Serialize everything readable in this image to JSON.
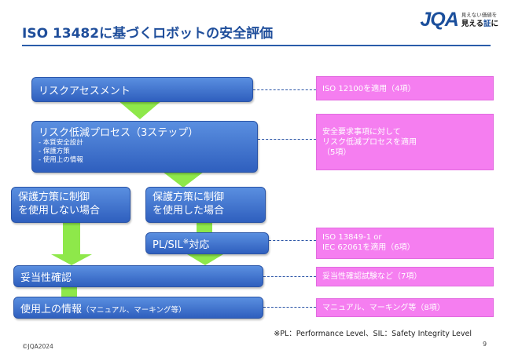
{
  "header": {
    "title": "ISO 13482に基づくロボットの安全評価",
    "logo_text": "JQA",
    "logo_tagline_1": "見えない価値を",
    "logo_tagline_2a": "見える",
    "logo_tagline_2b": "証",
    "logo_tagline_2c": "に"
  },
  "flow": {
    "risk_assessment": "リスクアセスメント",
    "risk_reduction": "リスク低減プロセス（3ステップ）",
    "steps": [
      "- 本質安全設計",
      "- 保護方策",
      "- 使用上の情報"
    ],
    "no_control_1": "保護方策に制御",
    "no_control_2": "を使用しない場合",
    "with_control_1": "保護方策に制御",
    "with_control_2": "を使用した場合",
    "pl_sil": "PL/SIL",
    "pl_sil_mark": "※",
    "pl_sil_suffix": "対応",
    "validation": "妥当性確認",
    "info_for_use": "使用上の情報",
    "info_for_use_note": "（マニュアル、マーキング等）"
  },
  "notes": {
    "iso12100": "ISO 12100を適用（4項）",
    "safety_req_1": "安全要求事項に対して",
    "safety_req_2": "リスク低減プロセスを適用",
    "safety_req_3": "（5項）",
    "iso13849_1": "ISO 13849-1 or",
    "iso13849_2": "IEC 62061を適用（6項）",
    "validation_test": "妥当性確認試験など（7項）",
    "manual_marking": "マニュアル、マーキング等（8項）"
  },
  "footer": {
    "footnote": "※PL：Performance Level、SIL：Safety Integrity Level",
    "copyright": "©JQA2024",
    "page_number": "9"
  },
  "colors": {
    "title": "#1f4e9b",
    "box_blue": "#3b6fcc",
    "note_pink": "#f57ef0",
    "arrow_green": "#8ee84a"
  }
}
